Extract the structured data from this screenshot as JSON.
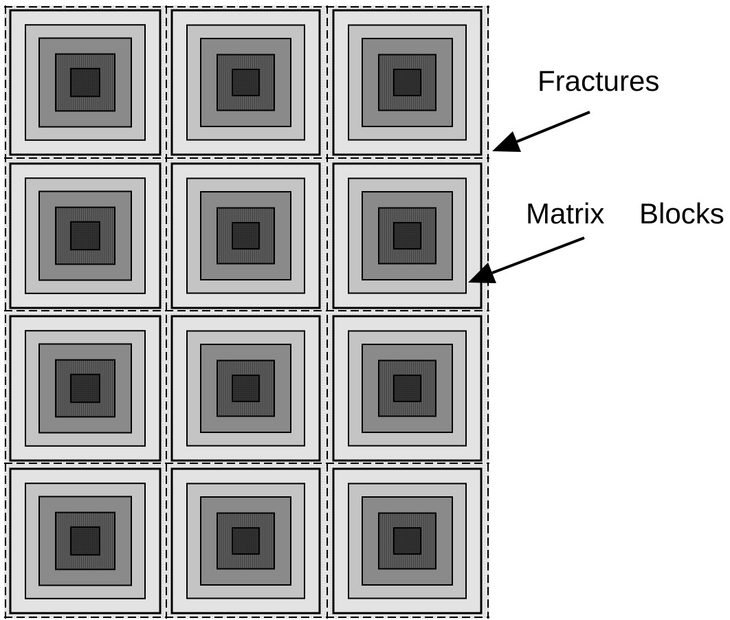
{
  "labels": {
    "fractures": "Fractures",
    "matrix_blocks_word1": "Matrix",
    "matrix_blocks_word2": "Blocks"
  },
  "grid": {
    "rows": 4,
    "columns": 3
  },
  "colors": {
    "background": "#ffffff",
    "fracture_fill": "#ececec",
    "fracture_dash": "#000000",
    "block_outline": "#000000",
    "ring_shades": [
      "#e3e3e3",
      "#c4c4c4",
      "#8a8a8a",
      "#5a5a5a",
      "#2b2b2b"
    ],
    "arrow": "#000000"
  },
  "icons": {
    "arrow": "arrow-pointer-icon"
  }
}
